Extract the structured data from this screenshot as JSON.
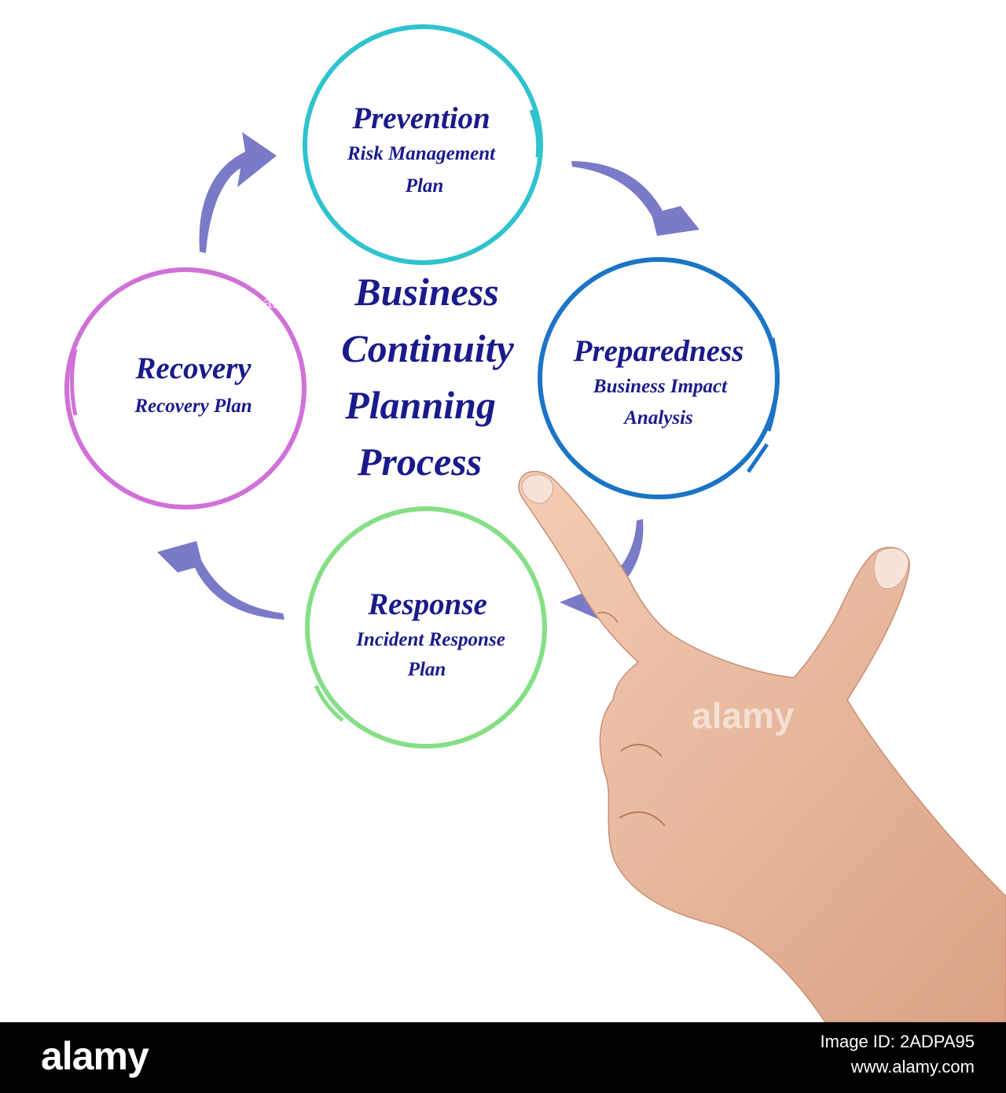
{
  "title_lines": [
    "Business",
    "Continuity",
    "Planning",
    "Process"
  ],
  "stages": {
    "prevention": {
      "label": "Prevention",
      "sub": [
        "Risk Management",
        "Plan"
      ],
      "color": "#2fc3cf"
    },
    "preparedness": {
      "label": "Preparedness",
      "sub": [
        "Business Impact",
        "Analysis"
      ],
      "color": "#1b74c6"
    },
    "response": {
      "label": "Response",
      "sub": [
        "Incident Response",
        "Plan"
      ],
      "color": "#86df86"
    },
    "recovery": {
      "label": "Recovery",
      "sub": [
        "Recovery Plan"
      ],
      "color": "#d071d8"
    }
  },
  "arrow_color": "#7a7ac8",
  "text_color": "#1a1a8c",
  "watermark": "alamy",
  "footer": {
    "logo": "alamy",
    "image_id": "Image ID: 2ADPA95",
    "url": "www.alamy.com"
  }
}
